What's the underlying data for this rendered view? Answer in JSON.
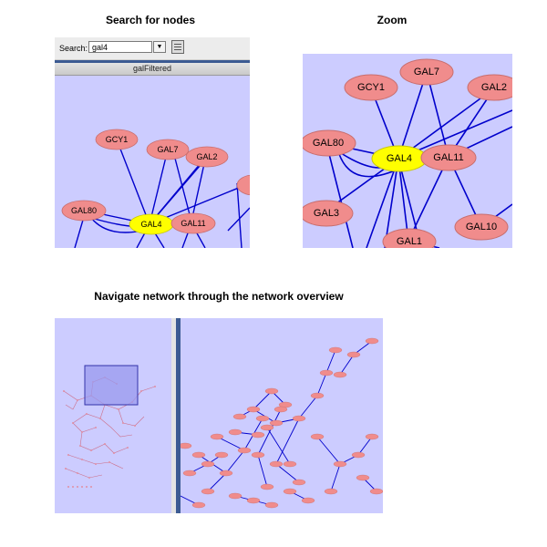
{
  "headings": {
    "search": "Search for nodes",
    "zoom": "Zoom",
    "navigate": "Navigate network through the network overview"
  },
  "search_panel": {
    "search_label": "Search:",
    "search_value": "gal4",
    "dropdown_icon": "chevron-down-icon",
    "tool_icon": "list-icon",
    "tab_title": "galFiltered",
    "nodes": [
      "GCY1",
      "GAL7",
      "GAL2",
      "GAL80",
      "GAL4",
      "GAL11"
    ]
  },
  "zoom_panel": {
    "nodes": [
      "GAL7",
      "GCY1",
      "GAL2",
      "GAL80",
      "GAL4",
      "GAL11",
      "GAL3",
      "GAL1",
      "GAL10"
    ]
  },
  "colors": {
    "canvas": "#ccccff",
    "node_fill": "#f08c8c",
    "selected_node_fill": "#ffff00",
    "edge": "#0000cc",
    "viewport": "#9999ee"
  }
}
